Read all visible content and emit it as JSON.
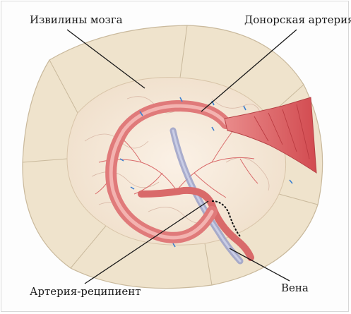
{
  "labels": {
    "gyri": "Извилины мозга",
    "donor_artery": "Донорская артерия",
    "recipient_artery": "Артерия-реципиент",
    "vein": "Вена"
  },
  "colors": {
    "artery": "#e07a7a",
    "artery_dark": "#c94f52",
    "vessel_fine": "#d96a6a",
    "vein": "#9aa0c8",
    "brain_surface": "#f6ecdf",
    "bone": "#efe3cc",
    "suture": "#3a7fd0",
    "leader": "#1a1a1a"
  }
}
